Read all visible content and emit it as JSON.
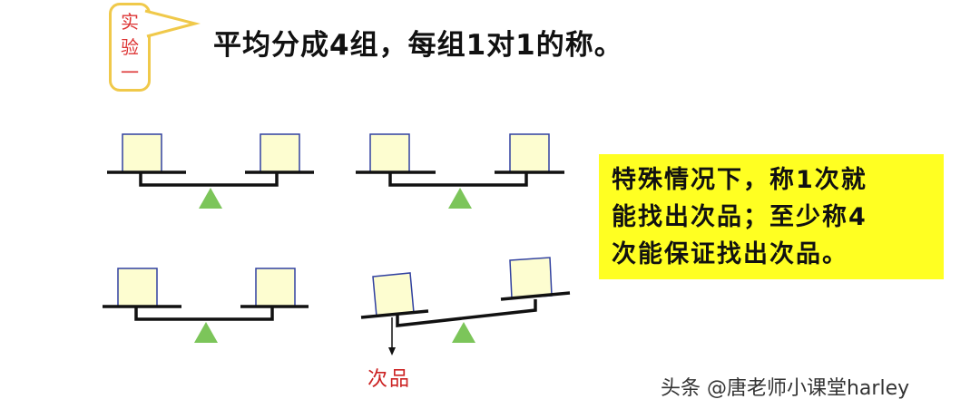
{
  "badge": {
    "lines": [
      "实",
      "验",
      "一"
    ]
  },
  "title": "平均分成4组，每组1对1的称。",
  "note": {
    "lines": [
      "特殊情况下，称1次就",
      "能找出次品；至少称4",
      "次能保证找出次品。"
    ]
  },
  "defect_label": "次品",
  "watermark": "头条 @唐老师小课堂harley",
  "colors": {
    "box_fill": "#fdfdd0",
    "box_stroke": "#3040a0",
    "fulcrum": "#7cc55a",
    "note_bg": "#ffff22",
    "badge_border": "#f0c94a"
  }
}
